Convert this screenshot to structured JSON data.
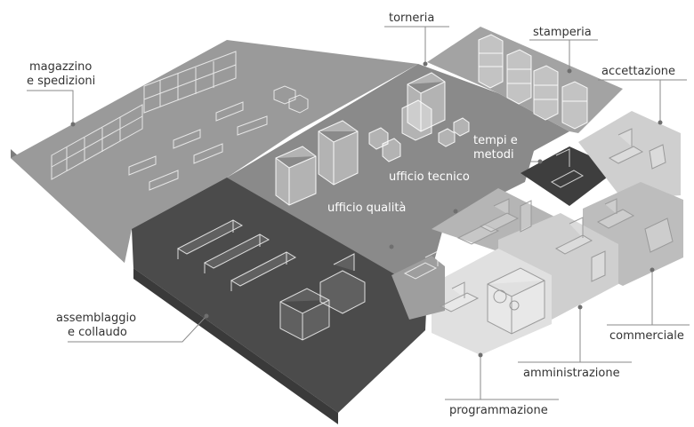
{
  "labels": {
    "magazzino_1": "magazzino",
    "magazzino_2": "e spedizioni",
    "torneria": "torneria",
    "stamperia": "stamperia",
    "accettazione": "accettazione",
    "tempi_1": "tempi e",
    "tempi_2": "metodi",
    "ufficio_tecnico": "ufficio tecnico",
    "ufficio_qualita": "ufficio qualità",
    "assemblaggio_1": "assemblaggio",
    "assemblaggio_2": "e collaudo",
    "commerciale": "commerciale",
    "amministrazione": "amministrazione",
    "programmazione": "programmazione"
  },
  "colors": {
    "floor_main": "#8c8c8c",
    "floor_warehouse": "#9a9a9a",
    "floor_assembly": "#4a4a4a",
    "floor_stamping": "#a3a3a3",
    "office_dark": "#3e3e3e",
    "office_light": "#c8c8c8",
    "office_lighter": "#dcdcdc",
    "label_text": "#333333"
  }
}
